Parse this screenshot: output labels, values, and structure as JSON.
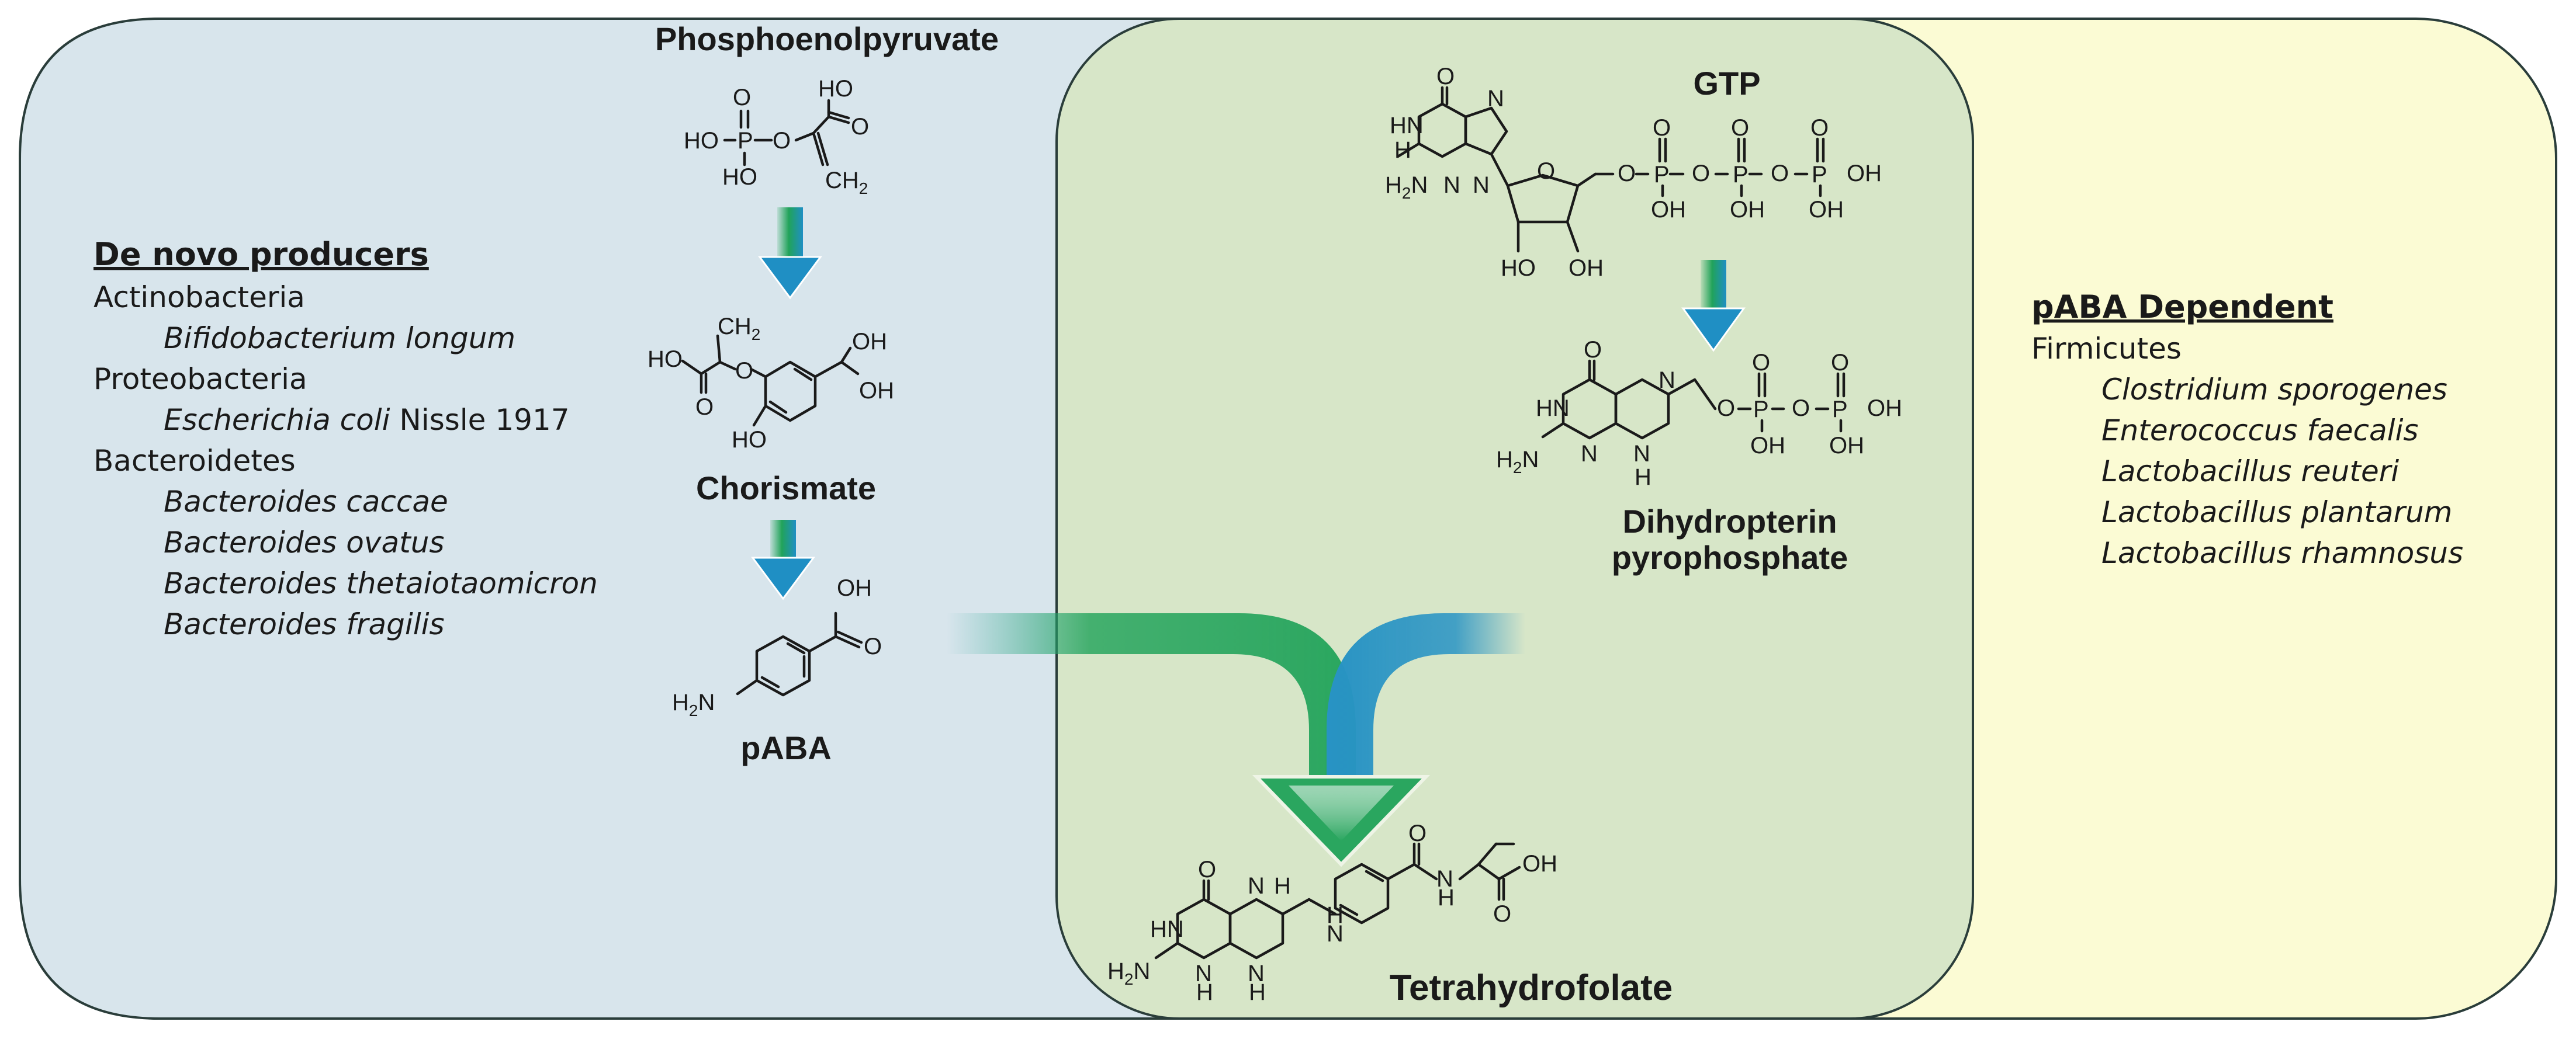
{
  "regions": {
    "left_fill": "#d8e5ec",
    "right_fill": "#fbfbd4",
    "middle_fill": "#d7e6c8",
    "outline": "#2a3d3a"
  },
  "arrow_colors": {
    "blue": "#1f8fc4",
    "green": "#21a35a"
  },
  "labels": {
    "pep": "Phosphoenolpyruvate",
    "chorismate": "Chorismate",
    "paba": "pABA",
    "gtp": "GTP",
    "dhpp_line1": "Dihydropterin",
    "dhpp_line2": "pyrophosphate",
    "thf": "Tetrahydrofolate"
  },
  "left_list": {
    "header": "De novo producers",
    "entries": [
      {
        "text": "Actinobacteria",
        "italic": true,
        "indent": false
      },
      {
        "text": "Bifidobacterium longum",
        "italic": true,
        "indent": true
      },
      {
        "text": "Proteobacteria",
        "italic": false,
        "indent": false
      },
      {
        "text": "Escherichia coli",
        "suffix": " Nissle 1917",
        "italic": true,
        "indent": true
      },
      {
        "text": "Bacteroidetes",
        "italic": false,
        "indent": false
      },
      {
        "text": "Bacteroides caccae",
        "italic": true,
        "indent": true
      },
      {
        "text": "Bacteroides ovatus",
        "italic": true,
        "indent": true
      },
      {
        "text": "Bacteroides thetaiotaomicron",
        "italic": true,
        "indent": true
      },
      {
        "text": "Bacteroides fragilis",
        "italic": true,
        "indent": true
      }
    ]
  },
  "right_list": {
    "header": "pABA Dependent",
    "entries": [
      {
        "text": "Firmicutes",
        "italic": false,
        "indent": false
      },
      {
        "text": "Clostridium sporogenes",
        "italic": true,
        "indent": true
      },
      {
        "text": "Enterococcus faecalis",
        "italic": true,
        "indent": true
      },
      {
        "text": "Lactobacillus reuteri",
        "italic": true,
        "indent": true
      },
      {
        "text": "Lactobacillus plantarum",
        "italic": true,
        "indent": true
      },
      {
        "text": "Lactobacillus rhamnosus",
        "italic": true,
        "indent": true
      }
    ]
  },
  "atoms": {
    "HO": "HO",
    "OH": "OH",
    "O": "O",
    "P": "P",
    "CH2": "CH",
    "sub2": "2",
    "H2N": "H",
    "N": "N",
    "H": "H",
    "HN": "HN"
  }
}
